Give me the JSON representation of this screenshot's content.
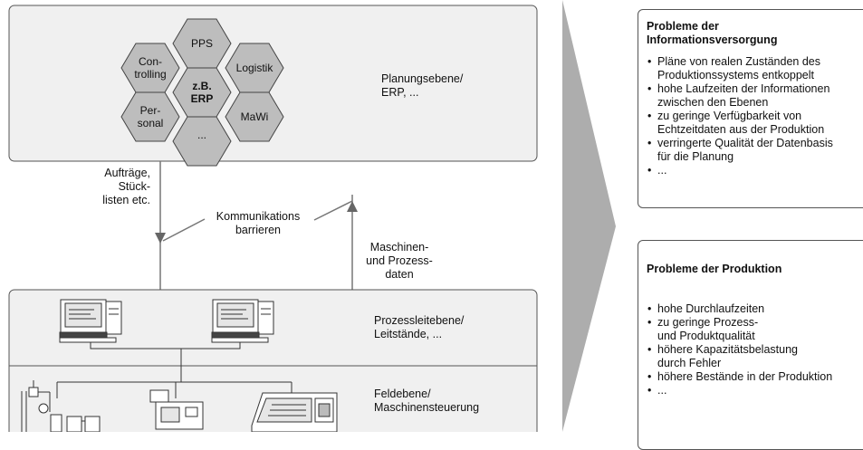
{
  "hexagons": {
    "top": "PPS",
    "upper_left": "Con-\ntrolling",
    "upper_right": "Logistik",
    "center": "z.B.\nERP",
    "lower_left": "Per-\nsonal",
    "lower_right": "MaWi",
    "bottom": "..."
  },
  "levels": {
    "planning": "Planungsebene/\nERP, ...",
    "process_control": "Prozessleitebene/\nLeitstände, ...",
    "field": "Feldebene/\nMaschinensteuerung"
  },
  "flows": {
    "down_label": "Aufträge,\nStück-\nlisten etc.",
    "up_label": "Maschinen-\nund Prozess-\ndaten",
    "barrier_label": "Kommunikations\nbarrieren"
  },
  "panels": [
    {
      "title": "Probleme der\nInformationsversorgung",
      "items": [
        "Pläne von realen Zuständen des\nProduktionssystems entkoppelt",
        "hohe Laufzeiten der Informationen\nzwischen den Ebenen",
        "zu geringe Verfügbarkeit von\nEchtzeitdaten aus der Produktion",
        "verringerte Qualität der Datenbasis\nfür die Planung",
        "..."
      ]
    },
    {
      "title": "Probleme der Produktion",
      "items": [
        "hohe Durchlaufzeiten",
        "zu geringe Prozess-\nund Produktqualität",
        "höhere Kapazitätsbelastung\ndurch Fehler",
        "höhere Bestände in der Produktion",
        "..."
      ]
    }
  ],
  "colors": {
    "hex_fill": "#bdbdbd",
    "arrow_fill": "#adadad",
    "box_fill": "#f0f0f0",
    "line": "#555555"
  }
}
